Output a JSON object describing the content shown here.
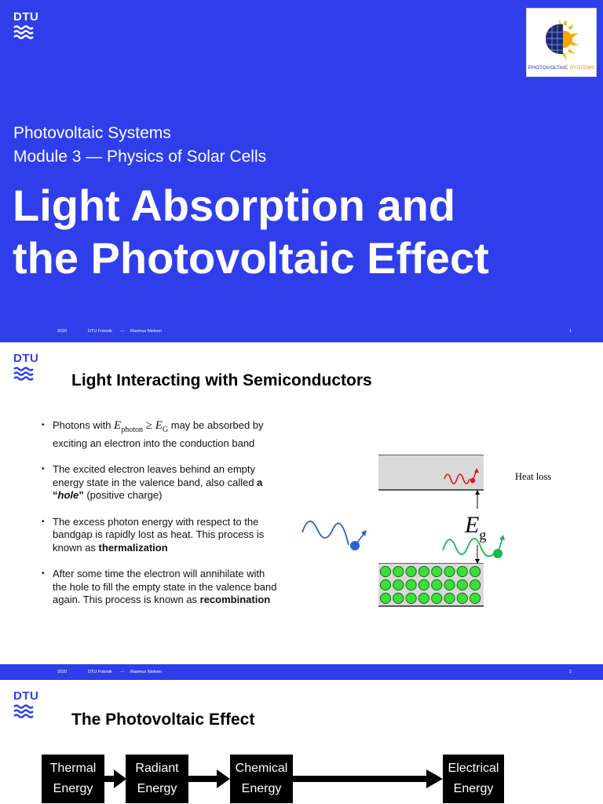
{
  "slide1": {
    "logo_text": "DTU",
    "badge": {
      "text_main": "PHOTOVOLTAIC",
      "text_accent": "SYSTEMS"
    },
    "course": "Photovoltaic Systems",
    "module": "Module 3 — Physics of Solar Cells",
    "title_line1": "Light Absorption and",
    "title_line2": "the Photovoltaic Effect",
    "footer": {
      "year": "2020",
      "org": "DTU Fotonik",
      "sep": "—",
      "author": "Rasmus Nielsen",
      "page": "1"
    }
  },
  "slide2": {
    "logo_text": "DTU",
    "heading": "Light Interacting with Semiconductors",
    "bullets": [
      {
        "pre": "Photons with ",
        "math_e": "E",
        "math_sub1": "photon",
        "math_op": " ≥ ",
        "math_e2": "E",
        "math_sub2": "G",
        "post": " may be absorbed by exciting an electron into the conduction band"
      },
      {
        "pre": "The excited electron leaves behind an empty energy state in the valence band, also called ",
        "bold": "a “",
        "bold_italic": "hole",
        "bold_end": "”",
        "post": " (positive charge)"
      },
      {
        "pre": "The excess photon energy with respect to the bandgap is rapidly lost as heat. This process is known as ",
        "bold": "thermalization"
      },
      {
        "pre": "After some time the electron will annihilate with the hole to fill the empty state in the valence band again. This process is known as ",
        "bold": "recombination"
      }
    ],
    "diagram": {
      "heat_label": "Heat loss",
      "eg_symbol": "E",
      "eg_sub": "g",
      "colors": {
        "photon": "#2a62c9",
        "hot_electron": "#e0141e",
        "green": "#17b84e",
        "band": "#d9d9d9",
        "electron_fill": "#3adf3a"
      },
      "valence_grid": {
        "rows": 3,
        "cols": 8
      }
    },
    "footer": {
      "year": "2020",
      "org": "DTU Fotonik",
      "sep": "—",
      "author": "Rasmus Nielsen",
      "page": "2"
    }
  },
  "slide3": {
    "logo_text": "DTU",
    "heading": "The Photovoltaic Effect",
    "flow": [
      {
        "line1": "Thermal",
        "line2": "Energy"
      },
      {
        "line1": "Radiant",
        "line2": "Energy"
      },
      {
        "line1": "Chemical",
        "line2": "Energy"
      },
      {
        "line1": "Electrical",
        "line2": "Energy"
      }
    ]
  },
  "colors": {
    "dtu_blue": "#2f3eea",
    "text": "#000000"
  }
}
